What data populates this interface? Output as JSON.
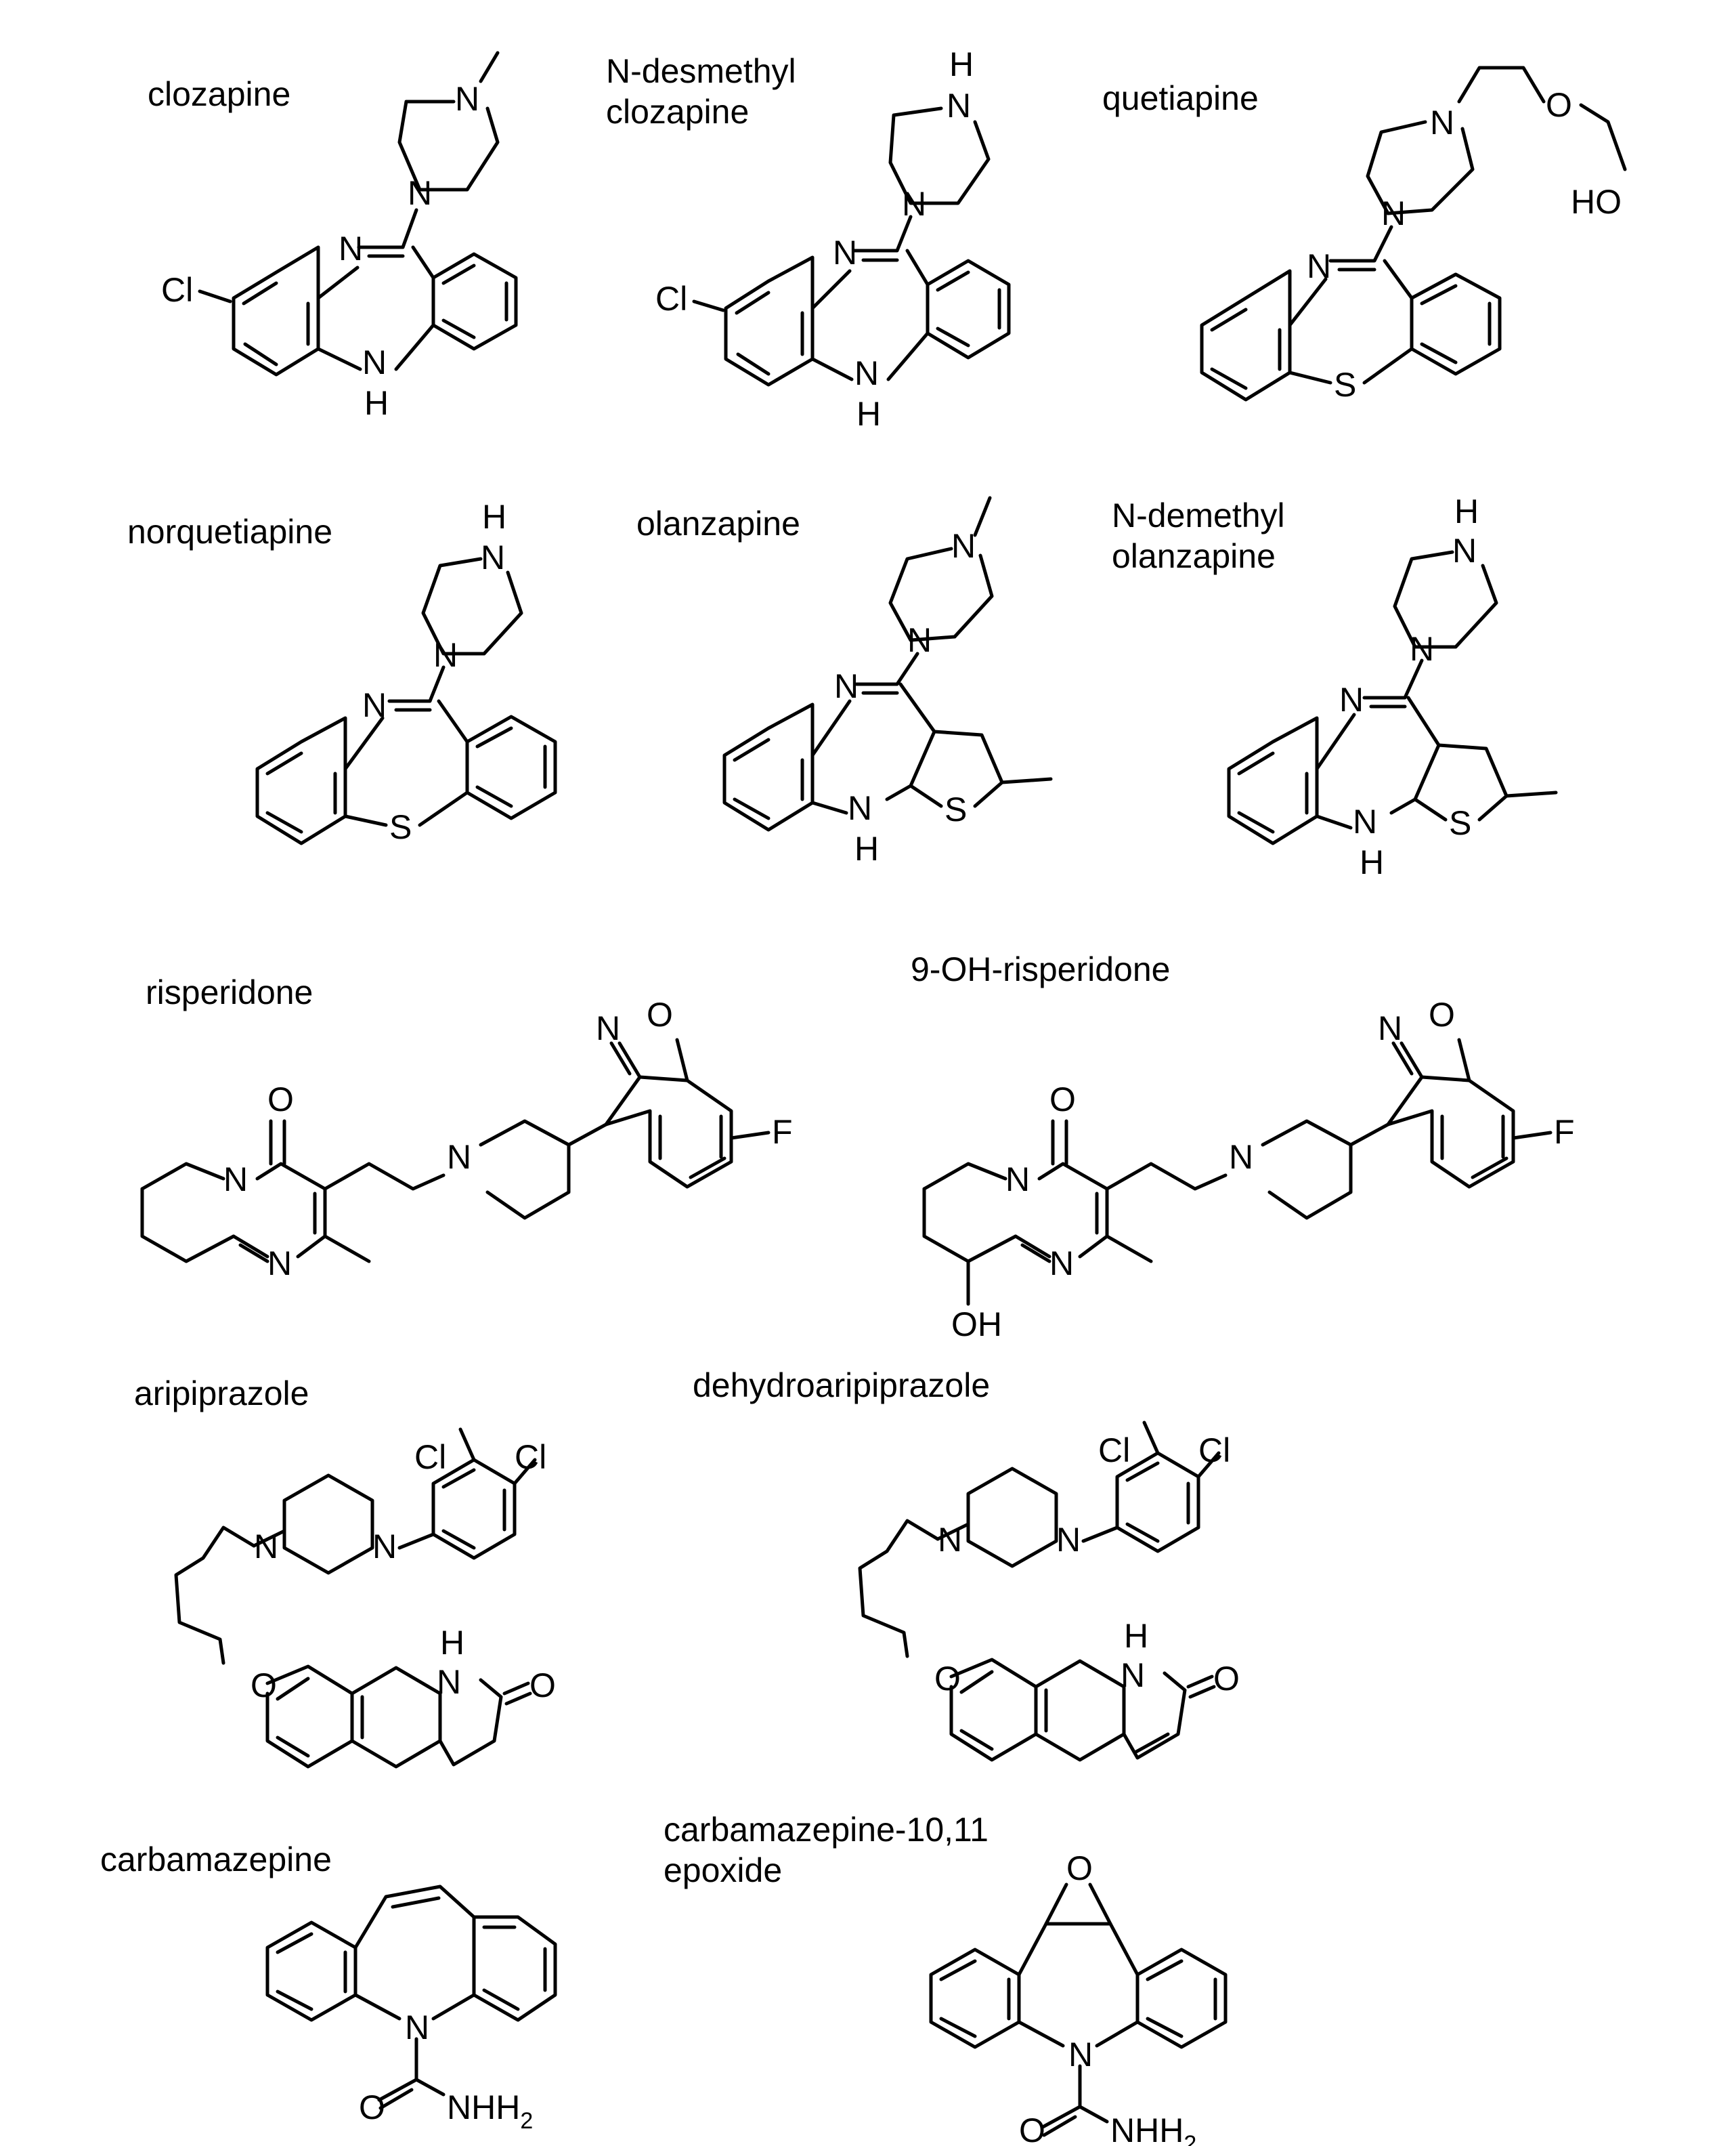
{
  "compounds": [
    {
      "id": "clozapine",
      "name_lines": [
        "clozapine"
      ]
    },
    {
      "id": "n-desmethyl-clozapine",
      "name_lines": [
        "N-desmethyl",
        "clozapine"
      ]
    },
    {
      "id": "quetiapine",
      "name_lines": [
        "quetiapine"
      ]
    },
    {
      "id": "norquetiapine",
      "name_lines": [
        "norquetiapine"
      ]
    },
    {
      "id": "olanzapine",
      "name_lines": [
        "olanzapine"
      ]
    },
    {
      "id": "n-demethyl-olanzapine",
      "name_lines": [
        "N-demethyl",
        "olanzapine"
      ]
    },
    {
      "id": "risperidone",
      "name_lines": [
        "risperidone"
      ]
    },
    {
      "id": "9-oh-risperidone",
      "name_lines": [
        "9-OH-risperidone"
      ]
    },
    {
      "id": "aripiprazole",
      "name_lines": [
        "aripiprazole"
      ]
    },
    {
      "id": "dehydroaripiprazole",
      "name_lines": [
        "dehydroaripiprazole"
      ]
    },
    {
      "id": "carbamazepine",
      "name_lines": [
        "carbamazepine"
      ]
    },
    {
      "id": "carbamazepine-epoxide",
      "name_lines": [
        "carbamazepine-10,11",
        "epoxide"
      ]
    }
  ],
  "atom_labels": {
    "N": "N",
    "NH": "N",
    "H": "H",
    "S": "S",
    "O": "O",
    "Cl": "Cl",
    "F": "F",
    "OH": "OH",
    "HO": "HO",
    "NH2_base": "NH",
    "NH2_sub": "2"
  },
  "colors": {
    "ink": "#000000",
    "background": "#ffffff"
  }
}
